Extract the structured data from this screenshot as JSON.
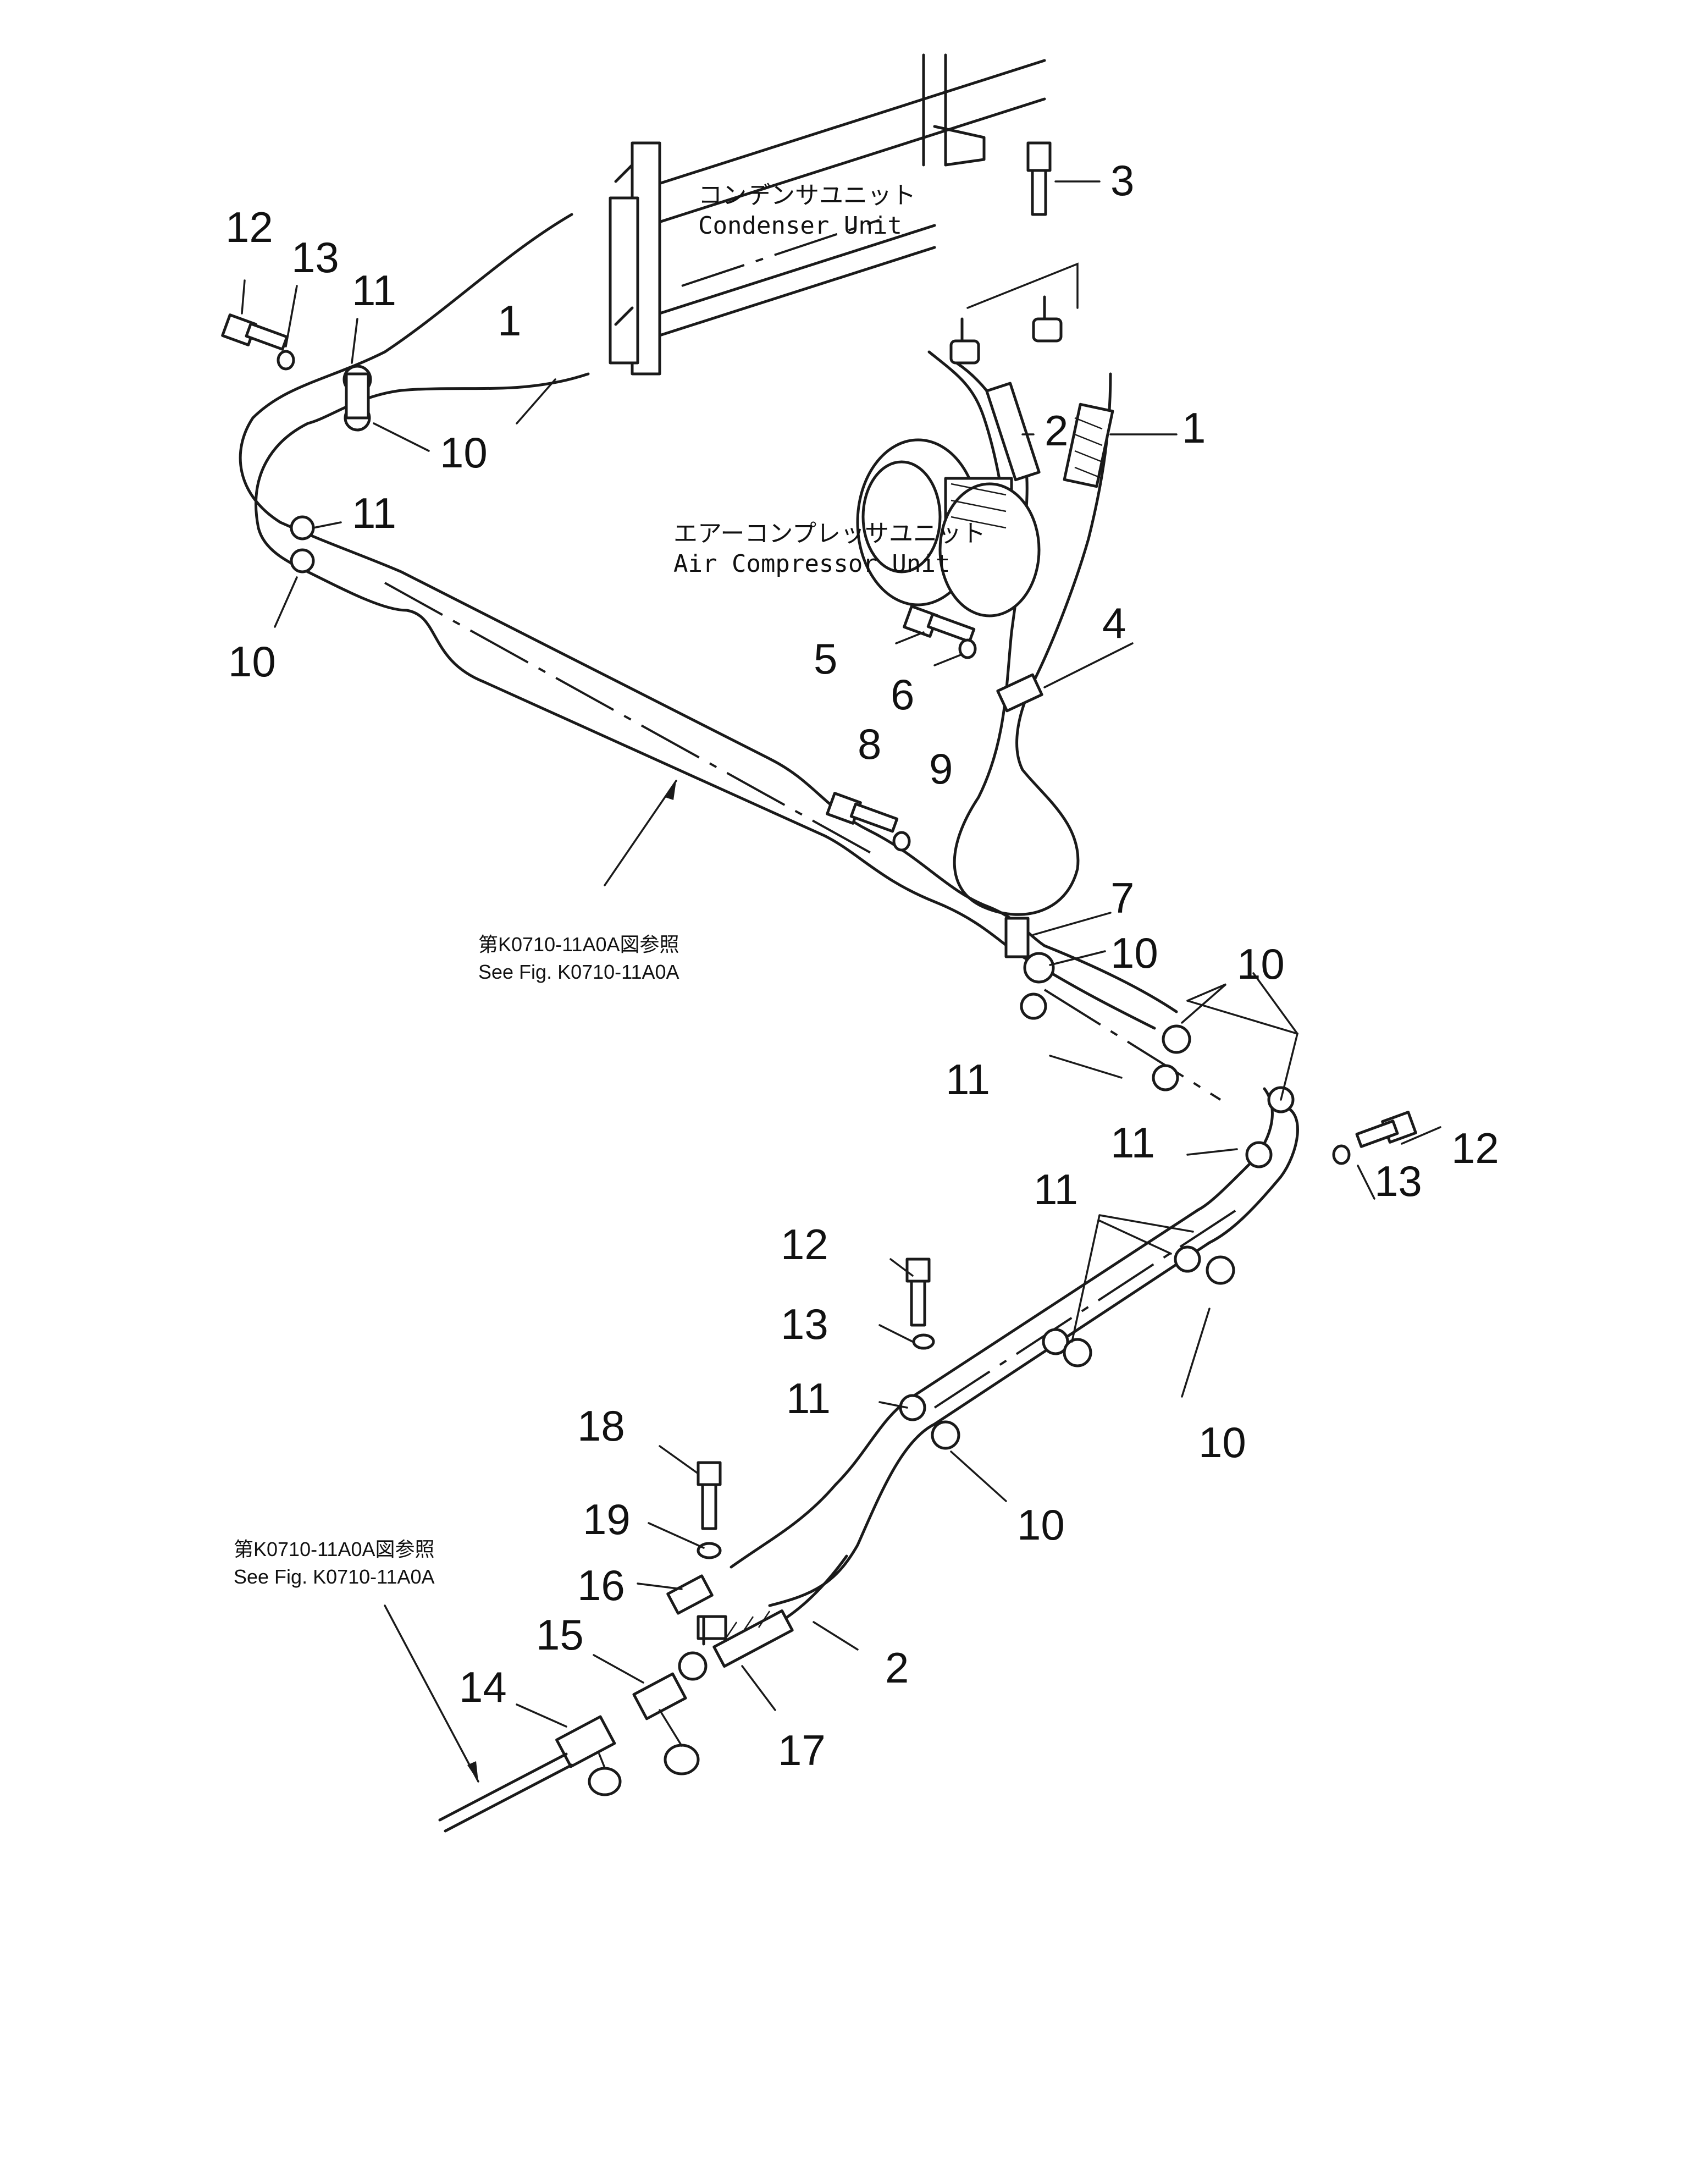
{
  "labels": {
    "condenser_jp": "コンデンサユニット",
    "condenser_en": "Condenser Unit",
    "compressor_jp": "エアーコンプレッサユニット",
    "compressor_en": "Air Compressor Unit",
    "ref1_jp": "第K0710-11A0A図参照",
    "ref1_en": "See Fig. K0710-11A0A",
    "ref2_jp": "第K0710-11A0A図参照",
    "ref2_en": "See Fig. K0710-11A0A"
  },
  "callouts": {
    "c1a": "1",
    "c1b": "1",
    "c2a": "2",
    "c2b": "2",
    "c3": "3",
    "c4": "4",
    "c5": "5",
    "c6": "6",
    "c7": "7",
    "c8": "8",
    "c9": "9",
    "c10a": "10",
    "c10b": "10",
    "c10c": "10",
    "c10d": "10",
    "c10e": "10",
    "c10f": "10",
    "c11a": "11",
    "c11b": "11",
    "c11c": "11",
    "c11d": "11",
    "c11e": "11",
    "c11f": "11",
    "c12a": "12",
    "c12b": "12",
    "c12c": "12",
    "c13a": "13",
    "c13b": "13",
    "c13c": "13",
    "c14": "14",
    "c15": "15",
    "c16": "16",
    "c17": "17",
    "c18": "18",
    "c19": "19"
  }
}
